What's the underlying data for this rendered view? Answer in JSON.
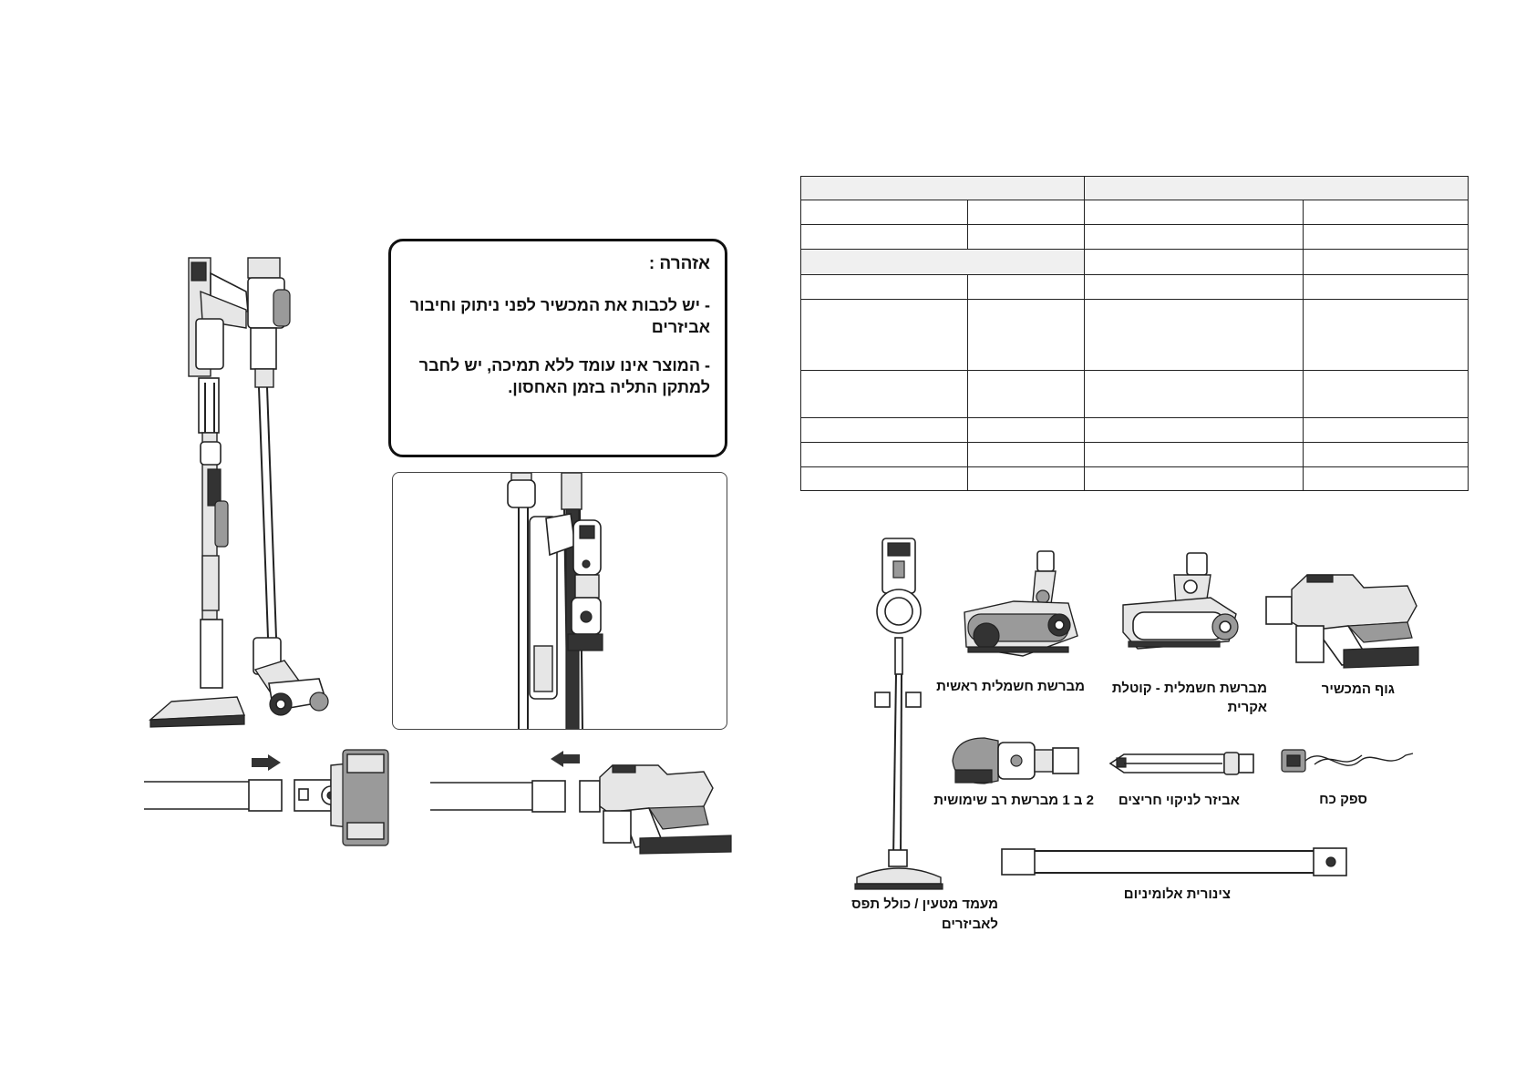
{
  "warning": {
    "title": "אזהרה :",
    "line1": "- יש לכבות את המכשיר לפני ניתוק וחיבור אביזרים",
    "line2": "- המוצר אינו עומד ללא תמיכה, יש לחבר למתקן התליה בזמן האחסון."
  },
  "accessories": {
    "body": "גוף המכשיר",
    "electric_brush_pet": "מברשת חשמלית - קוטלת אקרית",
    "electric_brush_main": "מברשת חשמלית ראשית",
    "charger": "ספק כח",
    "crevice": "אביזר לניקוי חריצים",
    "multi_brush": "2 ב 1 מברשת רב שימושית",
    "tube": "צינורית אלומיניום",
    "stand": "מעמד מטעין / כולל תפס לאביזרים"
  },
  "icons": {
    "arrow_right": "arrow-right-icon",
    "arrow_left": "arrow-left-icon"
  }
}
